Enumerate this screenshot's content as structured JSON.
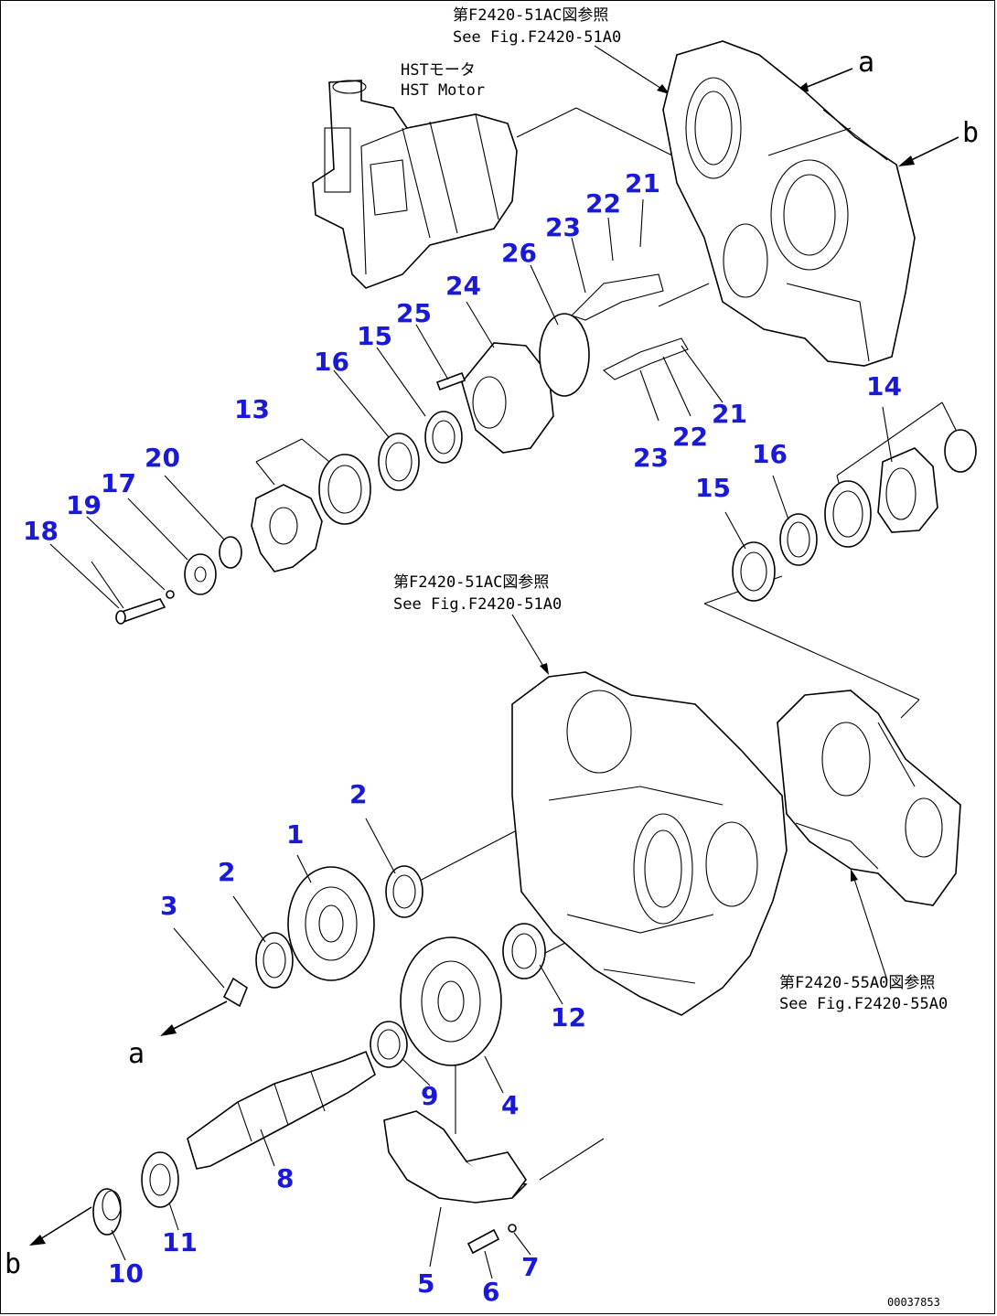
{
  "references": {
    "top_ref_jp": "第F2420-51AC図参照",
    "top_ref_en": "See Fig.F2420-51A0",
    "motor_jp": "HSTモータ",
    "motor_en": "HST Motor",
    "mid_ref_jp": "第F2420-51AC図参照",
    "mid_ref_en": "See Fig.F2420-51A0",
    "right_ref_jp": "第F2420-55A0図参照",
    "right_ref_en": "See Fig.F2420-55A0"
  },
  "arrow_labels": {
    "a": "a",
    "b": "b"
  },
  "drawing_code": "00037853",
  "part_numbers": [
    "1",
    "2",
    "2",
    "3",
    "4",
    "5",
    "6",
    "7",
    "8",
    "9",
    "10",
    "11",
    "12",
    "13",
    "14",
    "15",
    "15",
    "16",
    "16",
    "17",
    "18",
    "19",
    "20",
    "21",
    "21",
    "22",
    "22",
    "23",
    "23",
    "24",
    "25",
    "26"
  ],
  "colors": {
    "callout": "#1a1ad6",
    "linework": "#000000"
  }
}
